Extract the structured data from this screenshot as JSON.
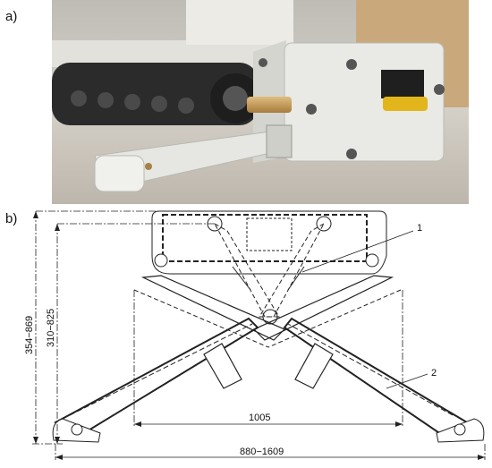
{
  "panels": {
    "a_label": "a)",
    "b_label": "b)"
  },
  "drawing": {
    "callouts": [
      "1",
      "2"
    ],
    "dim_height_outer": "354−869",
    "dim_height_inner": "310−825",
    "dim_inner_width": "1005",
    "dim_total_width": "880−1609"
  },
  "colors": {
    "photo_bg_wall": "#d9d7d2",
    "photo_floor": "#cfcac3",
    "plate": "#e8e8e4",
    "track": "#2a2a2a",
    "sensor_yellow": "#e2b51a",
    "brass": "#c59a55",
    "line": "#222222"
  }
}
